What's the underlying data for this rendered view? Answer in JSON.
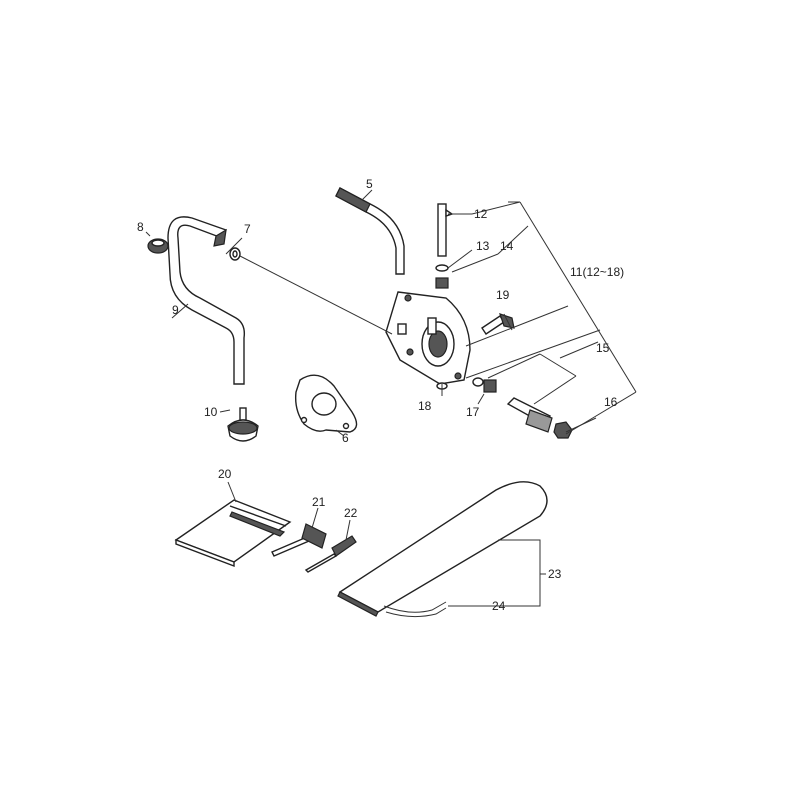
{
  "labels": {
    "p5": "5",
    "p6": "6",
    "p7": "7",
    "p8": "8",
    "p9": "9",
    "p10": "10",
    "p11": "11(12~18)",
    "p12": "12",
    "p13": "13",
    "p14": "14",
    "p15": "15",
    "p16": "16",
    "p17": "17",
    "p18": "18",
    "p19": "19",
    "p20": "20",
    "p21": "21",
    "p22": "22",
    "p23": "23",
    "p24": "24"
  },
  "colors": {
    "ink": "#222222",
    "dark_fill": "#555555",
    "background": "#ffffff"
  }
}
